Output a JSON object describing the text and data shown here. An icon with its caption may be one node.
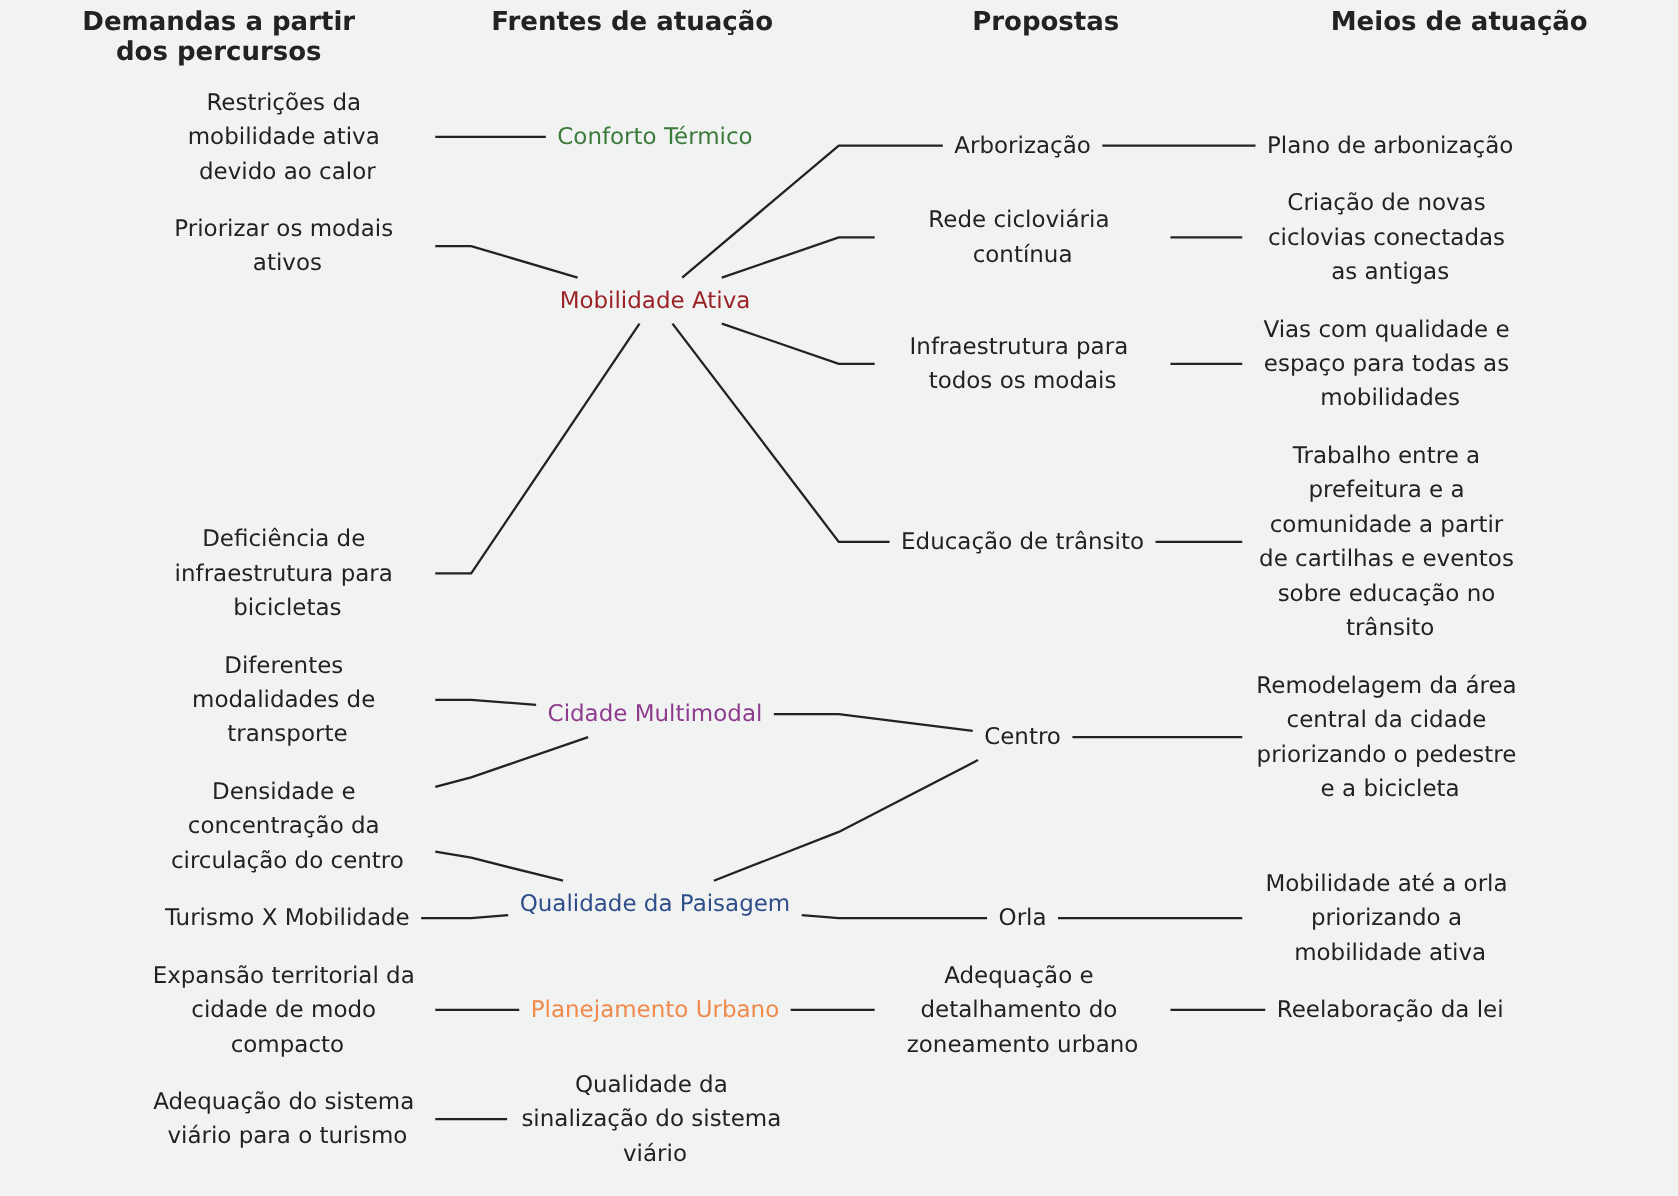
{
  "diagram": {
    "nodes": [
      {
        "text": [
          "Restrições da mobilidade ativa devido ao calor"
        ]
      },
      {
        "text": [
          "Priorizar os modais ativos"
        ]
      },
      {
        "text": [
          "Deficiência de infraestrutura para bicicletas"
        ]
      },
      {
        "text": [
          "Diferentes modalidades de transporte"
        ]
      },
      {
        "text": [
          "Densidade e concentração da circulação do centro"
        ]
      },
      {
        "text": [
          "Turismo X Mobilidade"
        ]
      },
      {
        "text": [
          "Expansão territorial da cidade de modo compacto"
        ]
      },
      {
        "text": [
          "Conforto Térmico"
        ]
      },
      {
        "text": [
          "Mobilidade Ativa"
        ]
      },
      {
        "text": [
          "Cidade Multimodal"
        ]
      },
      {
        "text": [
          "Qualidade da Paisagem"
        ]
      },
      {
        "text": [
          "Planejamento Urbano"
        ]
      },
      {
        "text": [
          "Arborização"
        ]
      },
      {
        "text": [
          "Rede cicloviária contínua"
        ]
      },
      {
        "text": [
          "Infraestrutura para todos os modais"
        ]
      },
      {
        "text": [
          "Educação de trânsito"
        ]
      },
      {
        "text": [
          "Centro"
        ]
      },
      {
        "text": [
          "Orla"
        ]
      },
      {
        "text": [
          "Adequação do sistema viário para o turismo"
        ]
      },
      {
        "text": [
          "Adequação e detalhamento do zoneamento urbano"
        ]
      },
      {
        "text": [
          "Plano de arbonização"
        ]
      },
      {
        "text": [
          "Criação de novas ciclovias conectadas as antigas"
        ]
      },
      {
        "text": [
          "Vias com qualidade e espaço para todas as mobilidades"
        ]
      },
      {
        "text": [
          "Trabalho entre a prefeitura e a comunidade a partir de cartilhas e eventos sobre educação no trânsito"
        ]
      },
      {
        "text": [
          "Remodelagem da área central da cidade priorizando o pedestre e a bicicleta"
        ]
      },
      {
        "text": [
          "Mobilidade até a orla priorizando a mobilidade ativa"
        ]
      },
      {
        "text": [
          "Qualidade da sinalização do sistema viário"
        ]
      },
      {
        "text": [
          "Reelaboração da lei"
        ]
      }
    ],
    "edges": [
      {
        "from": 0,
        "to": 7,
        "arrow": "none"
      },
      {
        "from": 1,
        "to": 8,
        "arrow": "none"
      },
      {
        "from": 2,
        "to": 8,
        "arrow": "none"
      },
      {
        "from": 3,
        "to": 9,
        "arrow": "none"
      },
      {
        "from": 4,
        "to": 9,
        "arrow": "none"
      },
      {
        "from": 4,
        "to": 10,
        "arrow": "none"
      },
      {
        "from": 5,
        "to": 10,
        "arrow": "none"
      },
      {
        "from": 6,
        "to": 11,
        "arrow": "none"
      },
      {
        "from": 8,
        "to": 12,
        "arrow": "none"
      },
      {
        "from": 8,
        "to": 13,
        "arrow": "none"
      },
      {
        "from": 8,
        "to": 14,
        "arrow": "none"
      },
      {
        "from": 8,
        "to": 15,
        "arrow": "none"
      },
      {
        "from": 9,
        "to": 16,
        "arrow": "none"
      },
      {
        "from": 10,
        "to": 16,
        "arrow": "none"
      },
      {
        "from": 10,
        "to": 17,
        "arrow": "none"
      },
      {
        "from": 11,
        "to": 19,
        "arrow": "none"
      },
      {
        "from": 12,
        "to": 20,
        "arrow": "none"
      },
      {
        "from": 13,
        "to": 21,
        "arrow": "none"
      },
      {
        "from": 14,
        "to": 22,
        "arrow": "none"
      },
      {
        "from": 15,
        "to": 23,
        "arrow": "none"
      },
      {
        "from": 16,
        "to": 24,
        "arrow": "none"
      },
      {
        "from": 17,
        "to": 25,
        "arrow": "none"
      },
      {
        "from": 18,
        "to": 26,
        "arrow": "none"
      },
      {
        "from": 19,
        "to": 27,
        "arrow": "none"
      }
    ],
    "labels": [
      "Demandas a partir dos percursos",
      "Frentes de atuação",
      "Propostas",
      "Meios de atuação"
    ]
  }
}
